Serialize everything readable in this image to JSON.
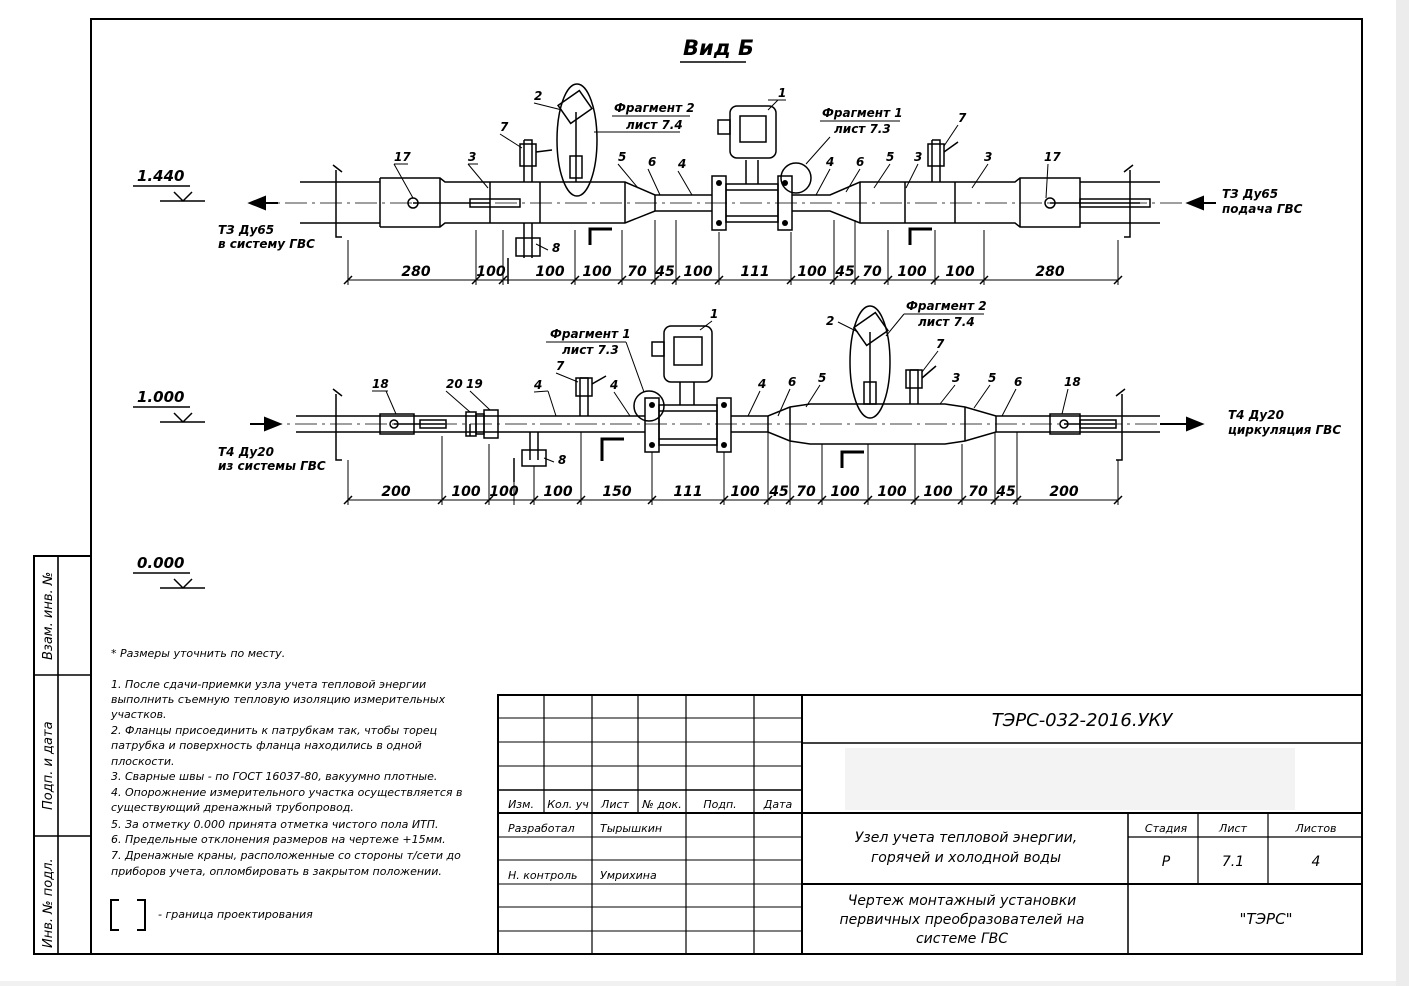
{
  "view_title": "Вид Б",
  "levels": [
    "1.440",
    "1.000",
    "0.000"
  ],
  "top_line": {
    "left_flow": [
      "ТЗ Ду65",
      "в систему ГВС"
    ],
    "right_flow": [
      "ТЗ Ду65",
      "подача ГВС"
    ],
    "callouts": {
      "c17a": "17",
      "c3a": "3",
      "c7a": "7",
      "c2": "2",
      "c5a": "5",
      "c6a": "6",
      "c4a": "4",
      "c1": "1",
      "c4b": "4",
      "c6b": "6",
      "c5b": "5",
      "c3b": "3",
      "c7b": "7",
      "c3c": "3",
      "c17b": "17",
      "c8": "8"
    },
    "fragment2": [
      "Фрагмент 2",
      "лист 7.4"
    ],
    "fragment1": [
      "Фрагмент 1",
      "лист 7.3"
    ],
    "dimensions": [
      "280",
      "100",
      "100",
      "100",
      "70",
      "45",
      "100",
      "111",
      "100",
      "45",
      "70",
      "100",
      "100",
      "280"
    ]
  },
  "bottom_line": {
    "left_flow": [
      "Т4 Ду20",
      "из системы ГВС"
    ],
    "right_flow": [
      "Т4 Ду20",
      "циркуляция ГВС"
    ],
    "callouts": {
      "c18a": "18",
      "c20": "20",
      "c19": "19",
      "c4a": "4",
      "c7": "7",
      "c4b": "4",
      "c1": "1",
      "c4c": "4",
      "c6a": "6",
      "c5a": "5",
      "c2": "2",
      "c3": "3",
      "c5b": "5",
      "c6b": "6",
      "c18b": "18",
      "c8": "8"
    },
    "fragment1": [
      "Фрагмент 1",
      "лист 7.3"
    ],
    "fragment2": [
      "Фрагмент 2",
      "лист 7.4"
    ],
    "dimensions": [
      "200",
      "100",
      "100",
      "100",
      "150",
      "111",
      "100",
      "45",
      "70",
      "100",
      "100",
      "100",
      "70",
      "45",
      "200"
    ]
  },
  "notes": {
    "star": "* Размеры уточнить по месту.",
    "lines": [
      "1. После сдачи-приемки узла учета тепловой энергии",
      "выполнить съемную тепловую изоляцию измерительных",
      "участков.",
      "2. Фланцы присоединить к патрубкам так, чтобы торец",
      "патрубка и поверхность фланца находились в одной",
      "плоскости.",
      "3. Сварные швы - по ГОСТ 16037-80, вакуумно плотные.",
      "4. Опорожнение измерительного участка осуществляется в",
      "существующий дренажный трубопровод.",
      "5. За отметку 0.000 принята отметка чистого пола ИТП.",
      "6. Предельные отклонения размеров на чертеже +15мм.",
      "7. Дренажные краны, расположенные со стороны т/сети до",
      "приборов учета, опломбировать в закрытом положении."
    ],
    "boundary_legend": "- граница проектирования"
  },
  "side_stamp": [
    "Взам. инв. №",
    "Подп. и дата",
    "Инв. № подл."
  ],
  "title_block": {
    "doc_code": "ТЭРС-032-2016.УКУ",
    "headers": [
      "Изм.",
      "Кол. уч",
      "Лист",
      "№ док.",
      "Подп.",
      "Дата"
    ],
    "developed_label": "Разработал",
    "developed_name": "Тырышкин",
    "control_label": "Н. контроль",
    "control_name": "Умрихина",
    "object_title": [
      "Узел учета тепловой энергии,",
      "горячей и холодной воды"
    ],
    "drawing_title": [
      "Чертеж монтажный установки",
      "первичных преобразователей на",
      "системе ГВС"
    ],
    "stage_label": "Стадия",
    "sheet_label": "Лист",
    "sheets_label": "Листов",
    "stage": "Р",
    "sheet": "7.1",
    "sheets": "4",
    "organization": "\"ТЭРС\""
  }
}
